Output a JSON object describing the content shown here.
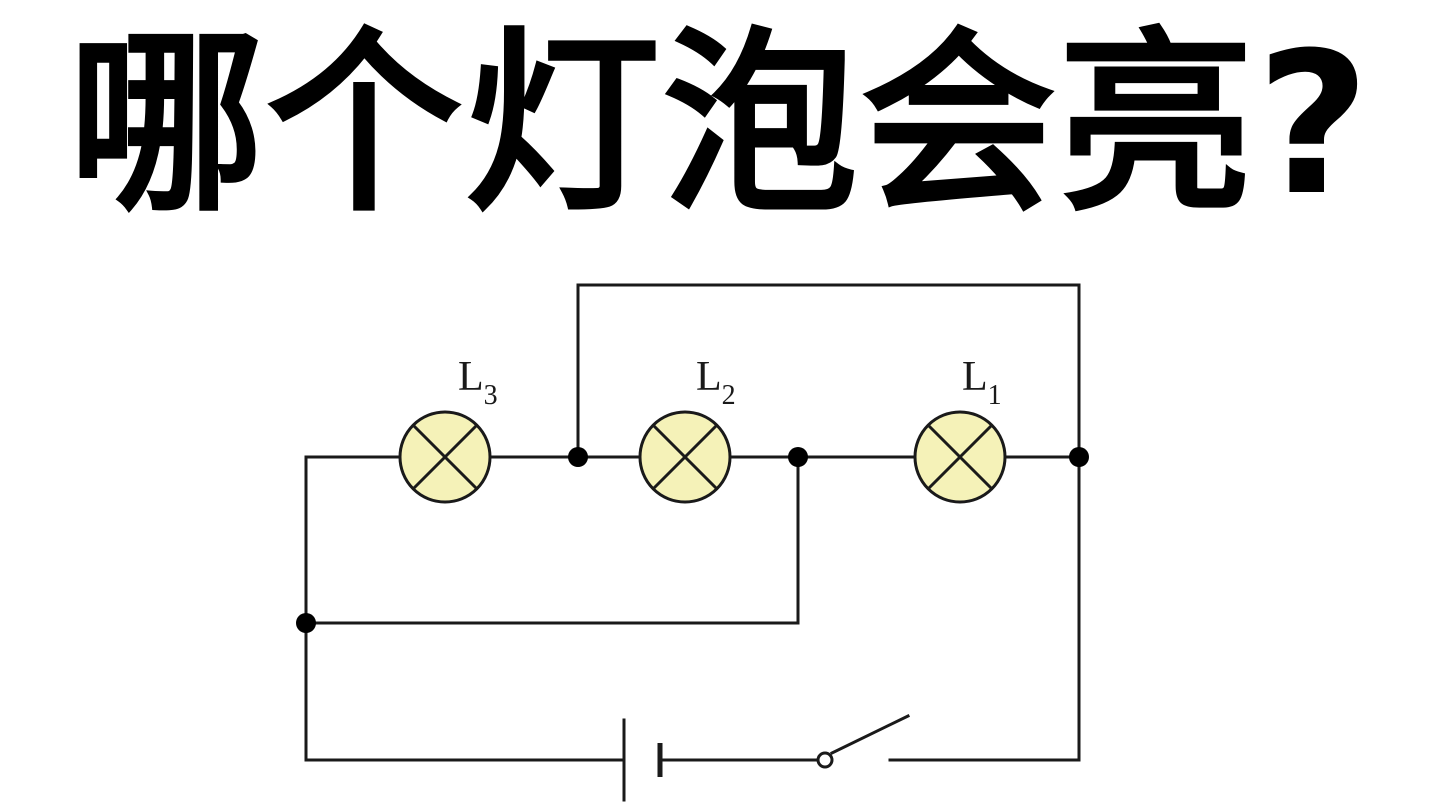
{
  "title": "哪个灯泡会亮?",
  "bulbs": [
    {
      "id": "L3",
      "letter": "L",
      "subscript": "3"
    },
    {
      "id": "L2",
      "letter": "L",
      "subscript": "2"
    },
    {
      "id": "L1",
      "letter": "L",
      "subscript": "1"
    }
  ],
  "colors": {
    "bulb_fill": "#f5f2b8",
    "wire": "#1a1a1a",
    "junction": "#000000",
    "title": "#000000"
  }
}
